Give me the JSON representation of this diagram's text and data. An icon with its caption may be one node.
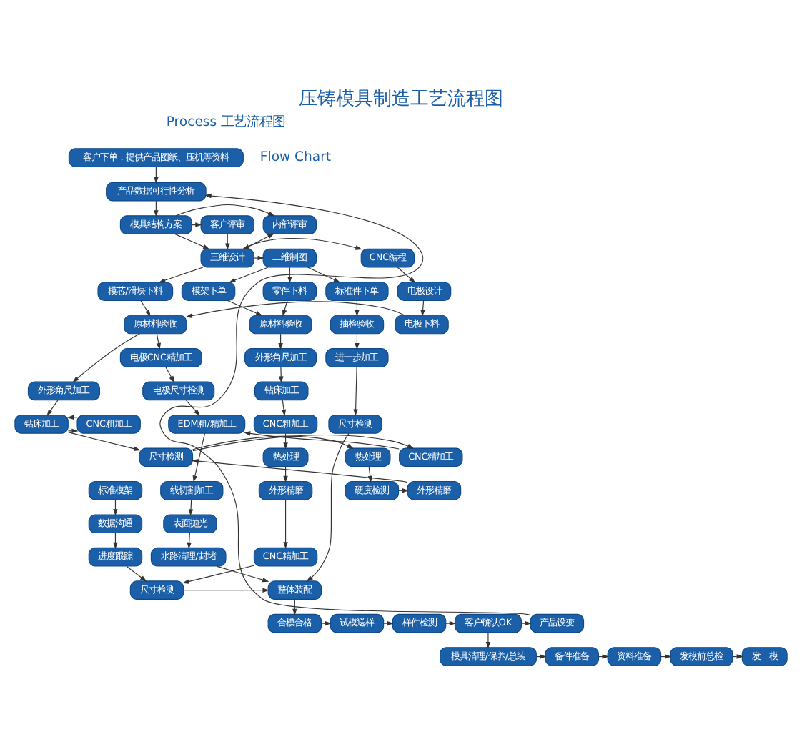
{
  "diagram": {
    "title": "压铸模具制造工艺流程图",
    "nodes": [
      {
        "text": [
          "客户下单，提供产品图纸、压机等资料"
        ]
      },
      {
        "text": [
          "产品数据可行性分析"
        ]
      },
      {
        "text": [
          "内部评审"
        ]
      },
      {
        "text": [
          "模具结构方案"
        ]
      },
      {
        "text": [
          "客户评审"
        ]
      },
      {
        "text": [
          "CNC编程"
        ]
      },
      {
        "text": [
          "三维设计"
        ]
      },
      {
        "text": [
          "二维制图"
        ]
      },
      {
        "text": [
          "电极设计"
        ]
      },
      {
        "text": [
          "模芯/滑块下料"
        ]
      },
      {
        "text": [
          "标准件下单"
        ]
      },
      {
        "text": [
          "模架下单"
        ]
      },
      {
        "text": [
          "零件下料"
        ]
      },
      {
        "text": [
          "电极下料"
        ]
      },
      {
        "text": [
          "原材料验收"
        ]
      },
      {
        "text": [
          "抽检验收"
        ]
      },
      {
        "text": [
          "标准模架"
        ]
      },
      {
        "text": [
          "原材料验收"
        ]
      },
      {
        "text": [
          "电极CNC精加工"
        ]
      },
      {
        "text": [
          "进一步加工"
        ]
      },
      {
        "text": [
          "外形角尺加工"
        ]
      },
      {
        "text": [
          "电极尺寸检测"
        ]
      },
      {
        "text": [
          "外形角尺加工"
        ]
      },
      {
        "text": [
          "尺寸检测"
        ]
      },
      {
        "text": [
          "数据沟通"
        ]
      },
      {
        "text": [
          "钻床加工"
        ]
      },
      {
        "text": [
          "EDM粗/精加工"
        ]
      },
      {
        "text": [
          "钻床加工"
        ]
      },
      {
        "text": [
          "CNC粗加工"
        ]
      },
      {
        "text": [
          "CNC粗加工"
        ]
      },
      {
        "text": [
          "CNC精加工"
        ]
      },
      {
        "text": [
          "尺寸检测"
        ]
      },
      {
        "text": [
          "热处理"
        ]
      },
      {
        "text": [
          "热处理"
        ]
      },
      {
        "text": [
          "线切割加工"
        ]
      },
      {
        "text": [
          "外形精磨"
        ]
      },
      {
        "text": [
          "硬度检测"
        ]
      },
      {
        "text": [
          "进度跟踪"
        ]
      },
      {
        "text": [
          "外形精磨"
        ]
      },
      {
        "text": [
          "表面抛光"
        ]
      },
      {
        "text": [
          "CNC精加工"
        ]
      },
      {
        "text": [
          "水路清理/封堵"
        ]
      },
      {
        "text": [
          "整体装配"
        ]
      },
      {
        "text": [
          "尺寸检测"
        ]
      },
      {
        "text": [
          "产品设变"
        ]
      },
      {
        "text": [
          "客户确认OK"
        ]
      },
      {
        "text": [
          "样件检测"
        ]
      },
      {
        "text": [
          "试模送样"
        ]
      },
      {
        "text": [
          "合模合格"
        ]
      },
      {
        "text": [
          "模具清理/保养/总装"
        ]
      },
      {
        "text": [
          "备件准备"
        ]
      },
      {
        "text": [
          "资料准备"
        ]
      },
      {
        "text": [
          "发模前总检"
        ]
      },
      {
        "text": [
          "发　模"
        ]
      }
    ],
    "edges": [
      {
        "from": 0,
        "to": 1,
        "arrow": "to"
      },
      {
        "from": 1,
        "to": 3,
        "arrow": "to"
      },
      {
        "from": 3,
        "to": 2,
        "arrow": "to"
      },
      {
        "from": 3,
        "to": 4,
        "arrow": "to"
      },
      {
        "from": 2,
        "to": 6,
        "arrow": "both"
      },
      {
        "from": 3,
        "to": 6,
        "arrow": "to"
      },
      {
        "from": 4,
        "to": 6,
        "arrow": "to"
      },
      {
        "from": 6,
        "to": 5,
        "arrow": "to"
      },
      {
        "from": 6,
        "to": 7,
        "arrow": "to"
      },
      {
        "from": 5,
        "to": 8,
        "arrow": "to"
      },
      {
        "from": 6,
        "to": 9,
        "arrow": "to"
      },
      {
        "from": 7,
        "to": 10,
        "arrow": "to"
      },
      {
        "from": 7,
        "to": 11,
        "arrow": "to"
      },
      {
        "from": 7,
        "to": 12,
        "arrow": "to"
      },
      {
        "from": 8,
        "to": 13,
        "arrow": "to"
      },
      {
        "from": 9,
        "to": 14,
        "arrow": "to"
      },
      {
        "from": 13,
        "to": 14,
        "arrow": "to"
      },
      {
        "from": 14,
        "to": 18,
        "arrow": "to"
      },
      {
        "from": 14,
        "to": 22,
        "arrow": "to"
      },
      {
        "from": 18,
        "to": 21,
        "arrow": "to"
      },
      {
        "from": 21,
        "to": 26,
        "arrow": "to"
      },
      {
        "from": 10,
        "to": 15,
        "arrow": "to"
      },
      {
        "from": 15,
        "to": 19,
        "arrow": "to"
      },
      {
        "from": 19,
        "to": 23,
        "arrow": "to"
      },
      {
        "from": 11,
        "to": 17,
        "arrow": "to"
      },
      {
        "from": 16,
        "to": 24,
        "arrow": "to"
      },
      {
        "from": 24,
        "to": 37,
        "arrow": "to"
      },
      {
        "from": 37,
        "to": 43,
        "arrow": "to"
      },
      {
        "from": 12,
        "to": 17,
        "arrow": "to"
      },
      {
        "from": 17,
        "to": 20,
        "arrow": "to"
      },
      {
        "from": 20,
        "to": 25,
        "arrow": "to"
      },
      {
        "from": 25,
        "to": 29,
        "arrow": "to"
      },
      {
        "from": 29,
        "to": 33,
        "arrow": "to"
      },
      {
        "from": 33,
        "to": 38,
        "arrow": "to"
      },
      {
        "from": 38,
        "to": 40,
        "arrow": "to"
      },
      {
        "from": 40,
        "to": 43,
        "arrow": "to"
      },
      {
        "from": 22,
        "to": 27,
        "arrow": "to"
      },
      {
        "from": 27,
        "to": 28,
        "arrow": "to"
      },
      {
        "from": 28,
        "to": 27,
        "arrow": "to"
      },
      {
        "from": 27,
        "to": 31,
        "arrow": "to"
      },
      {
        "from": 31,
        "to": 30,
        "arrow": "to"
      },
      {
        "from": 31,
        "to": 32,
        "arrow": "to"
      },
      {
        "from": 30,
        "to": 26,
        "arrow": "to"
      },
      {
        "from": 26,
        "to": 34,
        "arrow": "to"
      },
      {
        "from": 32,
        "to": 36,
        "arrow": "to"
      },
      {
        "from": 36,
        "to": 35,
        "arrow": "to"
      },
      {
        "from": 35,
        "to": 31,
        "arrow": "to"
      },
      {
        "from": 34,
        "to": 39,
        "arrow": "to"
      },
      {
        "from": 39,
        "to": 41,
        "arrow": "to"
      },
      {
        "from": 41,
        "to": 42,
        "arrow": "to"
      },
      {
        "from": 23,
        "to": 42,
        "arrow": "to"
      },
      {
        "from": 43,
        "to": 42,
        "arrow": "to"
      },
      {
        "from": 42,
        "to": 48,
        "arrow": "to"
      },
      {
        "from": 48,
        "to": 47,
        "arrow": "to"
      },
      {
        "from": 47,
        "to": 46,
        "arrow": "to"
      },
      {
        "from": 46,
        "to": 45,
        "arrow": "to"
      },
      {
        "from": 45,
        "to": 44,
        "arrow": "to"
      },
      {
        "from": 44,
        "to": 1,
        "arrow": "to"
      },
      {
        "from": 45,
        "to": 49,
        "arrow": "to"
      },
      {
        "from": 49,
        "to": 50,
        "arrow": "to"
      },
      {
        "from": 50,
        "to": 51,
        "arrow": "to"
      },
      {
        "from": 51,
        "to": 52,
        "arrow": "to"
      },
      {
        "from": 52,
        "to": 53,
        "arrow": "to"
      }
    ],
    "labels": [
      "Process 工艺流程图",
      "Flow Chart"
    ]
  }
}
